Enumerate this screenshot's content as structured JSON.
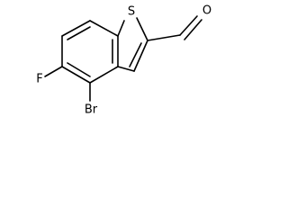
{
  "molecule": {
    "atoms": {
      "sulfur": "S",
      "oxygen": "O",
      "fluorine": "F",
      "bromine": "Br"
    }
  }
}
